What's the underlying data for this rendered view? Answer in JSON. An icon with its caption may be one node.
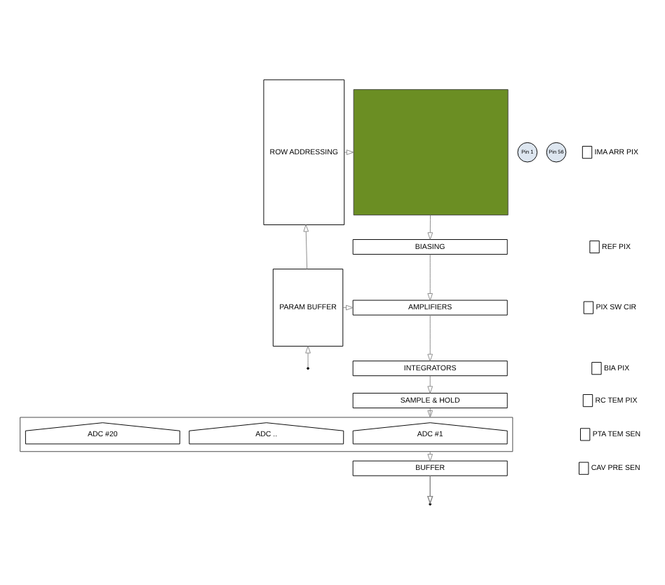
{
  "diagram": {
    "nodes": [
      {
        "text": [
          "ROW ADDRESSING"
        ]
      },
      {
        "text": [
          "PARAM BUFFER"
        ]
      },
      {
        "text": [
          "Pin 1"
        ]
      },
      {
        "text": [
          "Pin 56"
        ]
      },
      {
        "text": [],
        "shape": "box"
      },
      {
        "text": [
          "BIASING"
        ]
      },
      {
        "text": [
          "AMPLIFIERS"
        ]
      },
      {
        "text": [
          "INTEGRATORS"
        ]
      },
      {
        "text": [
          "SAMPLE & HOLD"
        ]
      },
      {
        "text": [],
        "shape": "box"
      },
      {
        "text": [
          "ADC #1"
        ],
        "in": 9
      },
      {
        "text": [
          "ADC .."
        ],
        "in": 9
      },
      {
        "text": [
          "ADC #20"
        ],
        "in": 9
      },
      {
        "text": [
          "BUFFER"
        ]
      }
    ],
    "edges": [
      {
        "from": 0,
        "to": 4,
        "arrow": "to"
      },
      {
        "from": 1,
        "to": 0,
        "arrow": "to"
      },
      {
        "from": 1,
        "to": 6,
        "arrow": "to"
      },
      {
        "from": null,
        "to": 1,
        "arrow": "to"
      },
      {
        "from": 4,
        "to": 5,
        "arrow": "to"
      },
      {
        "from": 5,
        "to": 6,
        "arrow": "to"
      },
      {
        "from": 6,
        "to": 7,
        "arrow": "to"
      },
      {
        "from": 7,
        "to": 8,
        "arrow": "to"
      },
      {
        "from": 8,
        "to": 9,
        "arrow": "to"
      },
      {
        "from": 9,
        "to": 13,
        "arrow": "to"
      },
      {
        "from": 13,
        "to": null,
        "arrow": "to"
      }
    ],
    "legend": [
      {
        "text": "IMA ARR PIX"
      },
      {
        "text": "REF PIX"
      },
      {
        "text": "PIX SW CIR"
      },
      {
        "text": "BIA PIX"
      },
      {
        "text": "RC TEM PIX"
      },
      {
        "text": "PTA TEM SEN"
      },
      {
        "text": "CAV PRE SEN"
      }
    ]
  }
}
